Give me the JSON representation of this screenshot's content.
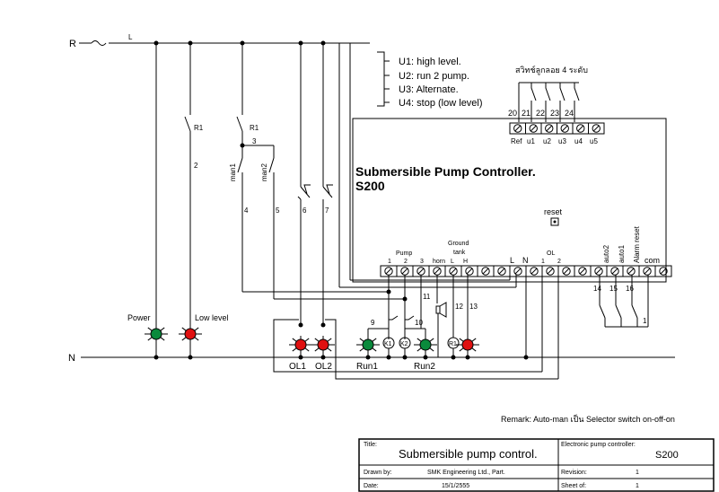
{
  "lines": {
    "r": "R",
    "l": "L",
    "n": "N"
  },
  "relays": {
    "r1_a": "R1",
    "r1_b": "R1",
    "wire2": "2",
    "wire3": "3"
  },
  "switches": {
    "man1": "man1",
    "man2": "man2"
  },
  "wires": {
    "w4": "4",
    "w5": "5",
    "w6": "6",
    "w7": "7",
    "w9": "9",
    "w10": "10",
    "w11": "11",
    "w12": "12",
    "w13": "13",
    "w14": "14",
    "w15": "15",
    "w16": "16",
    "w1": "1"
  },
  "legend": [
    "U1: high level.",
    "U2: run 2 pump.",
    "U3: Alternate.",
    "U4: stop (low level)"
  ],
  "float_switch_label": "สวิทช์ลูกลอย 4 ระดับ",
  "float_terminals": {
    "numbers": [
      "20",
      "21",
      "22",
      "23",
      "24"
    ],
    "labels": [
      "Ref",
      "u1",
      "u2",
      "u3",
      "u4",
      "u5"
    ]
  },
  "controller": {
    "title": "Submersible Pump Controller.",
    "model": "S200",
    "reset": "reset"
  },
  "bottom_terminals": {
    "pump": "Pump",
    "pump_nums": [
      "1",
      "2",
      "3"
    ],
    "horn": "horn",
    "ground": "Ground",
    "tank": "tank",
    "gl": "L",
    "gh": "H",
    "l": "L",
    "n": "N",
    "ol": "OL",
    "ol_nums": [
      "1",
      "2"
    ],
    "auto2": "auto2",
    "auto1": "auto1",
    "alarm_reset": "Alarm reset",
    "com": "com"
  },
  "lamps": {
    "power": "Power",
    "low_level": "Low level",
    "ol1": "OL1",
    "ol2": "OL2",
    "run1": "Run1",
    "run2": "Run2"
  },
  "coils": {
    "k1": "K1",
    "k2": "K2",
    "r1": "R1"
  },
  "remark": "Remark: Auto-man เป็น Selector switch on-off-on",
  "title_block": {
    "title_label": "Title:",
    "title": "Submersible pump control.",
    "elec_label": "Electronic pump controller:",
    "elec_value": "S200",
    "drawn_label": "Drawn by:",
    "drawn_value": "SMK Engineering Ltd., Part.",
    "revision_label": "Revision:",
    "revision_value": "1",
    "date_label": "Date:",
    "date_value": "15/1/2555",
    "sheet_label": "Sheet of:",
    "sheet_value": "1"
  },
  "colors": {
    "lamp_green": "#0a8a3c",
    "lamp_red": "#e01010"
  }
}
